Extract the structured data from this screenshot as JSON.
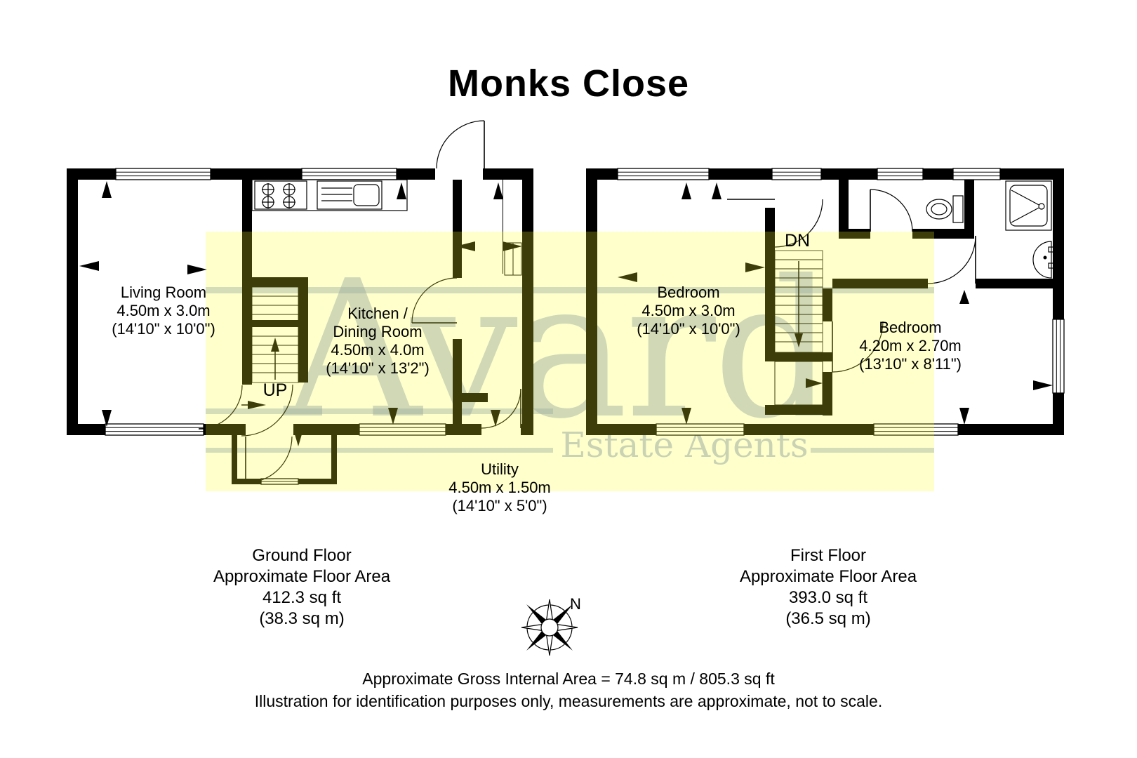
{
  "title": "Monks Close",
  "watermark": {
    "brand": "Avard",
    "tagline": "Estate Agents"
  },
  "compass": {
    "north_label": "N"
  },
  "ground_floor": {
    "stairs_label": "UP",
    "rooms": {
      "living_room": {
        "name": "Living Room",
        "metric": "4.50m x 3.0m",
        "imperial": "(14'10\" x 10'0\")"
      },
      "kitchen": {
        "name_line1": "Kitchen /",
        "name_line2": "Dining Room",
        "metric": "4.50m x 4.0m",
        "imperial": "(14'10\" x 13'2\")"
      },
      "utility": {
        "name": "Utility",
        "metric": "4.50m x 1.50m",
        "imperial": "(14'10\" x 5'0\")"
      }
    },
    "summary": {
      "floor_name": "Ground Floor",
      "area_caption": "Approximate Floor Area",
      "area_imperial": "412.3 sq ft",
      "area_metric": "(38.3 sq m)"
    }
  },
  "first_floor": {
    "stairs_label": "DN",
    "rooms": {
      "bedroom_left": {
        "name": "Bedroom",
        "metric": "4.50m x 3.0m",
        "imperial": "(14'10\" x 10'0\")"
      },
      "bedroom_right": {
        "name": "Bedroom",
        "metric": "4.20m x 2.70m",
        "imperial": "(13'10\" x 8'11\")"
      }
    },
    "summary": {
      "floor_name": "First Floor",
      "area_caption": "Approximate Floor Area",
      "area_imperial": "393.0 sq ft",
      "area_metric": "(36.5 sq m)"
    }
  },
  "footer": {
    "line1": "Approximate Gross Internal Area = 74.8 sq m / 805.3 sq ft",
    "line2": "Illustration for identification purposes only, measurements are approximate, not to scale."
  },
  "colors": {
    "wall": "#000000",
    "highlight_overlay": "rgba(255,255,40,0.24)",
    "watermark_blue": "#8094c2"
  }
}
